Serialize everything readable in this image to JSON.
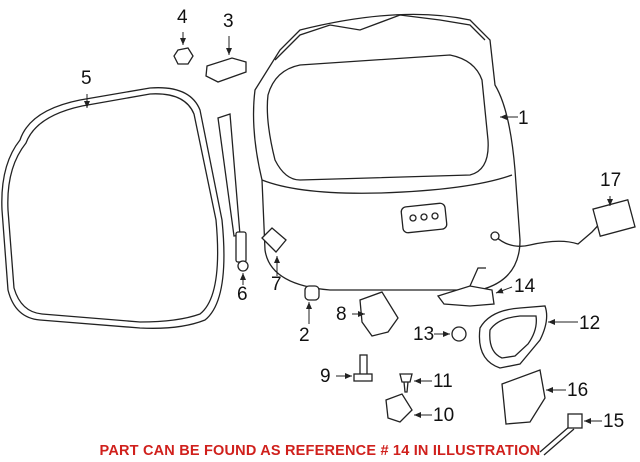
{
  "callouts": [
    {
      "ref": "1"
    },
    {
      "ref": "2"
    },
    {
      "ref": "3"
    },
    {
      "ref": "4"
    },
    {
      "ref": "5"
    },
    {
      "ref": "6"
    },
    {
      "ref": "7"
    },
    {
      "ref": "8"
    },
    {
      "ref": "9"
    },
    {
      "ref": "10"
    },
    {
      "ref": "11"
    },
    {
      "ref": "12"
    },
    {
      "ref": "13"
    },
    {
      "ref": "14"
    },
    {
      "ref": "15"
    },
    {
      "ref": "16"
    },
    {
      "ref": "17"
    }
  ],
  "note": {
    "text": "PART CAN BE FOUND AS REFERENCE # 14 IN ILLUSTRATION",
    "color": "#d0201c"
  }
}
